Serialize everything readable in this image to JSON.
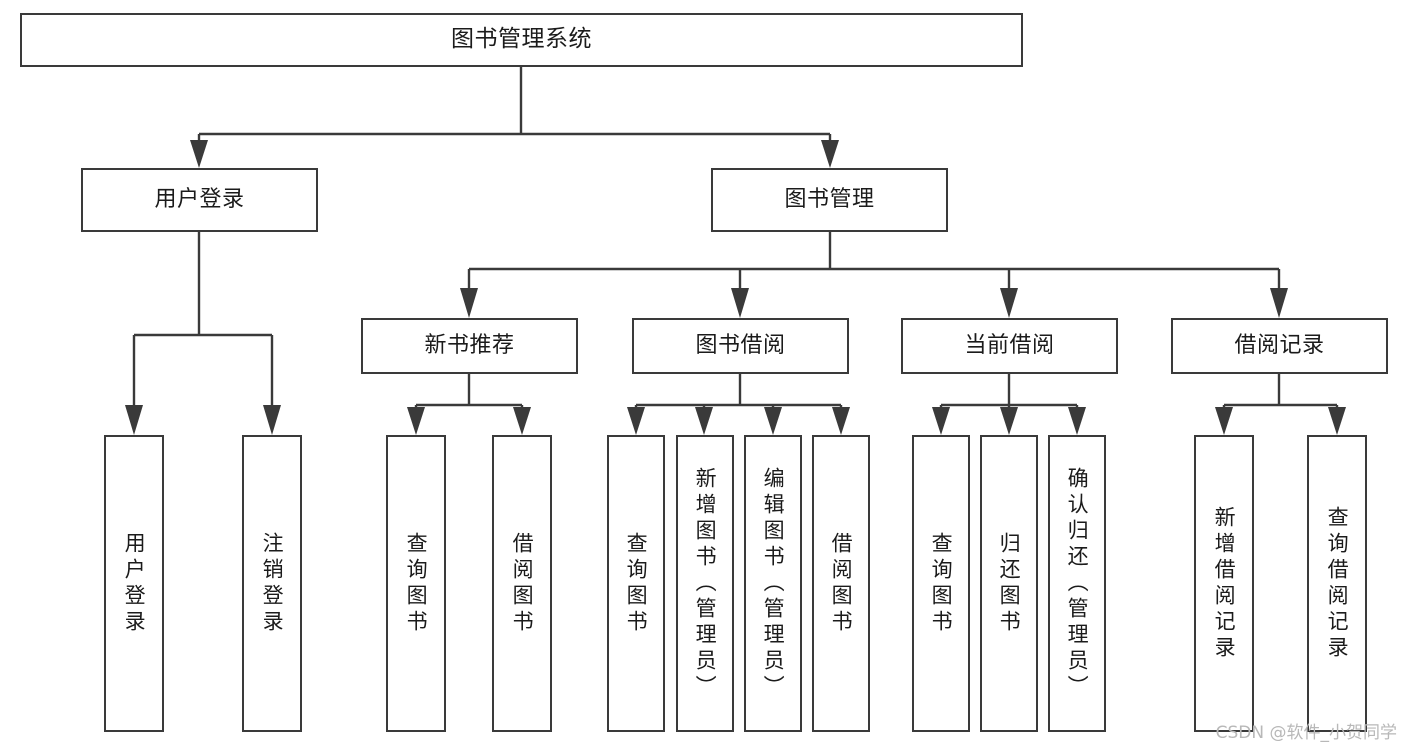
{
  "diagram": {
    "title": "图书管理系统",
    "type": "tree-hierarchy",
    "watermark": "CSDN @软件_小贺同学",
    "colors": {
      "stroke": "#3a3a3a",
      "fill": "#ffffff",
      "text": "#1b1b1b",
      "watermark": "#b8b8b8"
    },
    "levels": {
      "root": "图书管理系统",
      "level2": [
        "用户登录",
        "图书管理"
      ],
      "level3": [
        "新书推荐",
        "图书借阅",
        "当前借阅",
        "借阅记录"
      ]
    },
    "nodes": {
      "root": "图书管理系统",
      "user_login": "用户登录",
      "book_manage": "图书管理",
      "new_book_rec": "新书推荐",
      "book_borrow": "图书借阅",
      "current_borrow": "当前借阅",
      "borrow_record": "借阅记录",
      "leaf_user_login": "用户登录",
      "leaf_user_logout": "注销登录",
      "leaf_rec_query": "查询图书",
      "leaf_rec_borrow": "借阅图书",
      "leaf_borrow_query": "查询图书",
      "leaf_borrow_add": "新增图书（管理员）",
      "leaf_borrow_edit": "编辑图书（管理员）",
      "leaf_borrow_lend": "借阅图书",
      "leaf_cur_query": "查询图书",
      "leaf_cur_return": "归还图书",
      "leaf_cur_confirm": "确认归还（管理员）",
      "leaf_rec_add": "新增借阅记录",
      "leaf_rec_search": "查询借阅记录"
    },
    "edges": [
      {
        "from": "图书管理系统",
        "to": "用户登录"
      },
      {
        "from": "图书管理系统",
        "to": "图书管理"
      },
      {
        "from": "图书管理",
        "to": "新书推荐"
      },
      {
        "from": "图书管理",
        "to": "图书借阅"
      },
      {
        "from": "图书管理",
        "to": "当前借阅"
      },
      {
        "from": "图书管理",
        "to": "借阅记录"
      },
      {
        "from": "用户登录",
        "to": "用户登录"
      },
      {
        "from": "用户登录",
        "to": "注销登录"
      },
      {
        "from": "新书推荐",
        "to": "查询图书"
      },
      {
        "from": "新书推荐",
        "to": "借阅图书"
      },
      {
        "from": "图书借阅",
        "to": "查询图书"
      },
      {
        "from": "图书借阅",
        "to": "新增图书（管理员）"
      },
      {
        "from": "图书借阅",
        "to": "编辑图书（管理员）"
      },
      {
        "from": "图书借阅",
        "to": "借阅图书"
      },
      {
        "from": "当前借阅",
        "to": "查询图书"
      },
      {
        "from": "当前借阅",
        "to": "归还图书"
      },
      {
        "from": "当前借阅",
        "to": "确认归还（管理员）"
      },
      {
        "from": "借阅记录",
        "to": "新增借阅记录"
      },
      {
        "from": "借阅记录",
        "to": "查询借阅记录"
      }
    ]
  }
}
